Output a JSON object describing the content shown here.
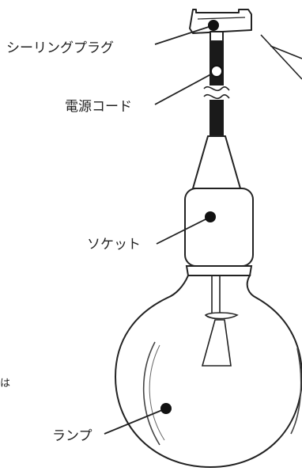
{
  "diagram": {
    "labels": {
      "ceiling_plug": "シーリングプラグ",
      "power_cord": "電源コード",
      "socket": "ソケット",
      "lamp": "ランプ",
      "edge_char": "は"
    },
    "colors": {
      "line": "#222222",
      "dot": "#111111",
      "cord": "#1a1a1a",
      "fill": "#ffffff"
    }
  }
}
